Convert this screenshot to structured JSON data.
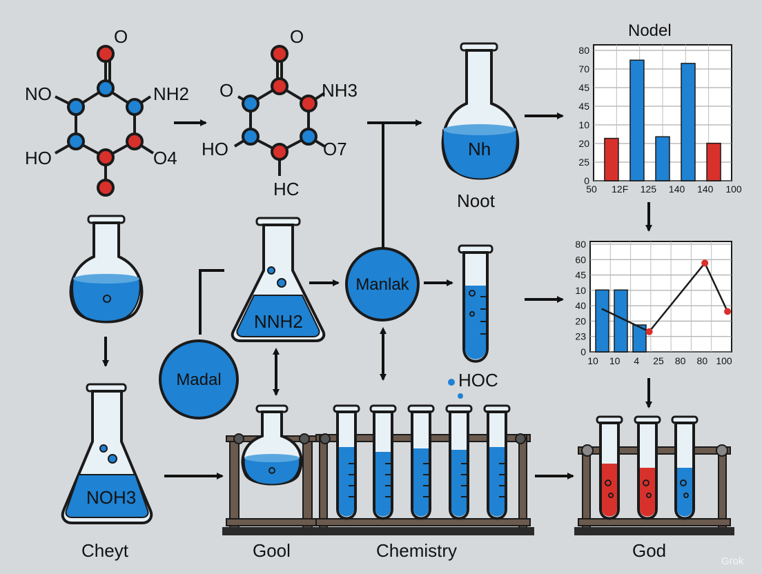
{
  "colors": {
    "background": "#d6d9dc",
    "liquid_blue": "#1f82d2",
    "liquid_light": "#bde0f4",
    "red": "#d8312c",
    "glass": "#e8f1f6",
    "outline": "#1a1a1a",
    "rack": "#6b5a4e"
  },
  "molecule1": {
    "top": "O",
    "left": "NO",
    "right": "NH2",
    "bottom_left": "HO",
    "bottom_right": "O4"
  },
  "molecule2": {
    "top": "O",
    "left": "O",
    "right": "NH3",
    "bottom_left": "HO",
    "bottom_right": "O7",
    "bottom": "HC"
  },
  "flask_top": {
    "liquid_label": "Nh",
    "caption": "Noot"
  },
  "erlenmeyer_mid": {
    "liquid_label": "NNH2"
  },
  "node_manlak": {
    "label": "Manlak"
  },
  "node_madal": {
    "label": "Madal"
  },
  "erlenmeyer_bottom": {
    "liquid_label": "NOH3",
    "caption": "Cheyt"
  },
  "flask_rack": {
    "caption": "Gool"
  },
  "tube_rack": {
    "caption": "Chemistry",
    "note": "HOC"
  },
  "red_rack": {
    "caption": "God"
  },
  "watermark": "Grok",
  "chart_data": [
    {
      "type": "bar",
      "title": "Nodel",
      "categories": [
        "50",
        "12F",
        "125",
        "140",
        "140",
        "100"
      ],
      "y_tick_labels": [
        "80",
        "70",
        "45",
        "45",
        "10",
        "20",
        "25",
        "0"
      ],
      "series": [
        {
          "values": [
            26,
            74,
            27,
            72,
            23
          ],
          "colors": [
            "#d8312c",
            "#1f82d2",
            "#1f82d2",
            "#1f82d2",
            "#d8312c"
          ]
        }
      ],
      "grid": true
    },
    {
      "type": "bar+line",
      "title": "",
      "categories": [
        "10",
        "10",
        "4",
        "25",
        "80",
        "80",
        "100"
      ],
      "y_tick_labels": [
        "80",
        "60",
        "45",
        "10",
        "40",
        "20",
        "23",
        "0"
      ],
      "bars": [
        46,
        46,
        20
      ],
      "line": [
        [
          0.3,
          32
        ],
        [
          2.6,
          15
        ],
        [
          5.3,
          66
        ],
        [
          6.4,
          30
        ]
      ],
      "grid": true
    }
  ]
}
